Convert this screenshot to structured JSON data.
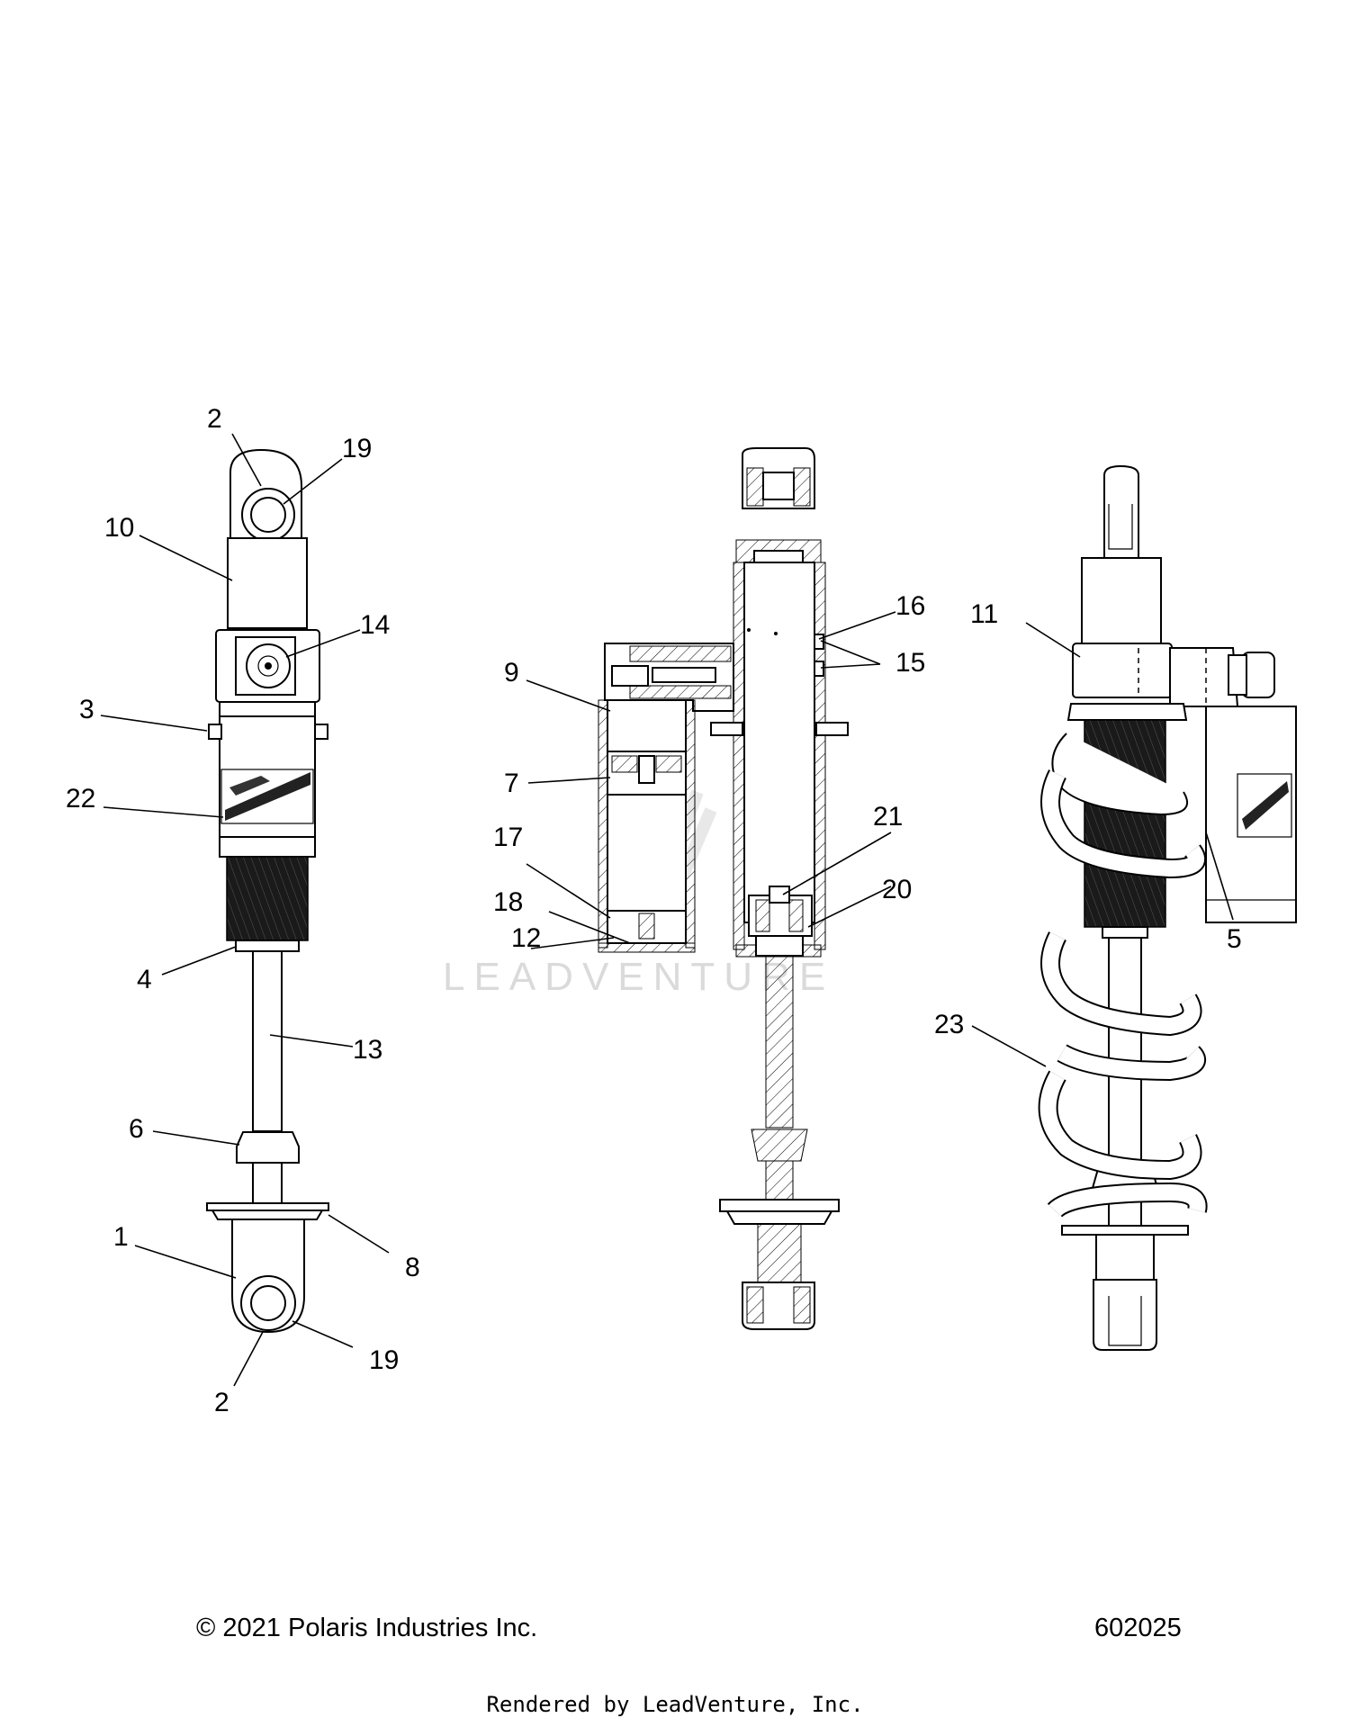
{
  "callouts": [
    {
      "id": "c-2a",
      "text": "2"
    },
    {
      "id": "c-19a",
      "text": "19"
    },
    {
      "id": "c-10",
      "text": "10"
    },
    {
      "id": "c-14",
      "text": "14"
    },
    {
      "id": "c-3",
      "text": "3"
    },
    {
      "id": "c-22",
      "text": "22"
    },
    {
      "id": "c-4",
      "text": "4"
    },
    {
      "id": "c-13",
      "text": "13"
    },
    {
      "id": "c-6",
      "text": "6"
    },
    {
      "id": "c-1",
      "text": "1"
    },
    {
      "id": "c-8",
      "text": "8"
    },
    {
      "id": "c-19b",
      "text": "19"
    },
    {
      "id": "c-2b",
      "text": "2"
    },
    {
      "id": "c-9",
      "text": "9"
    },
    {
      "id": "c-7",
      "text": "7"
    },
    {
      "id": "c-17",
      "text": "17"
    },
    {
      "id": "c-18",
      "text": "18"
    },
    {
      "id": "c-12",
      "text": "12"
    },
    {
      "id": "c-16",
      "text": "16"
    },
    {
      "id": "c-15",
      "text": "15"
    },
    {
      "id": "c-21",
      "text": "21"
    },
    {
      "id": "c-20",
      "text": "20"
    },
    {
      "id": "c-11",
      "text": "11"
    },
    {
      "id": "c-5",
      "text": "5"
    },
    {
      "id": "c-23",
      "text": "23"
    }
  ],
  "watermark": "LEADVENTURE",
  "footer": {
    "copyright": "© 2021 Polaris Industries Inc.",
    "diagram_number": "602025",
    "rendered_by": "Rendered by LeadVenture, Inc."
  }
}
